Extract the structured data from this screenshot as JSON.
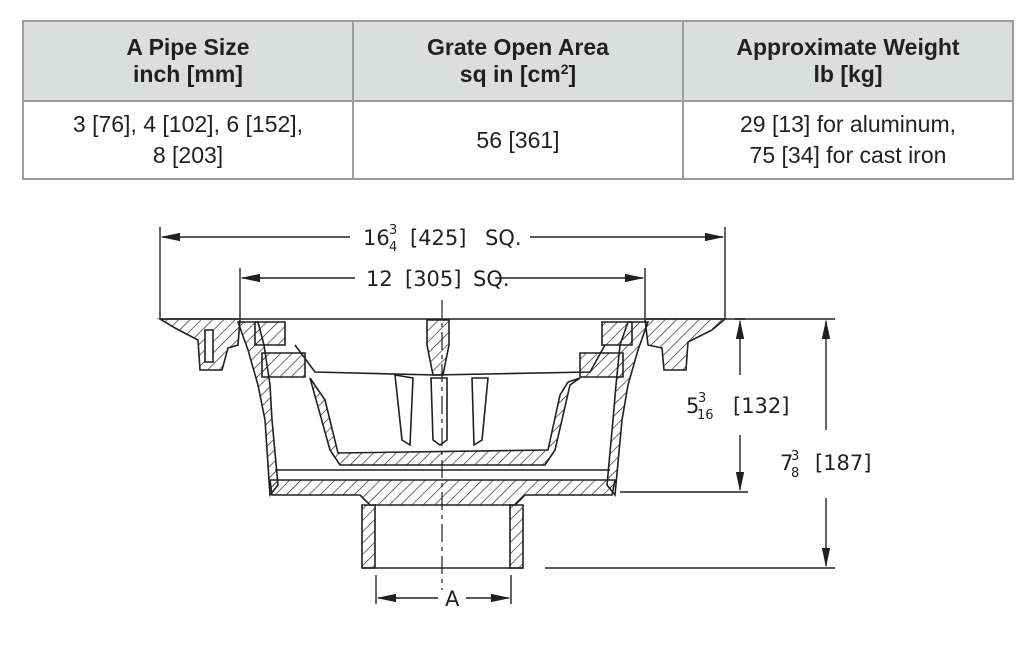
{
  "table": {
    "headers": [
      {
        "line1": "A Pipe Size",
        "line2": "inch [mm]"
      },
      {
        "line1": "Grate Open Area",
        "line2": "sq in [cm",
        "line2_sup": "2",
        "line2_end": "]"
      },
      {
        "line1": "Approximate Weight",
        "line2": "lb [kg]"
      }
    ],
    "rows": [
      {
        "pipe_size": {
          "line1": "3 [76], 4 [102], 6 [152],",
          "line2": "8 [203]"
        },
        "open_area": "56 [361]",
        "weight": {
          "line1": "29 [13] for aluminum,",
          "line2": "75 [34] for cast iron"
        }
      }
    ]
  },
  "drawing": {
    "overall_width": {
      "whole": "16",
      "num": "3",
      "den": "4",
      "metric": "[425]",
      "suffix": "SQ."
    },
    "grate_width": {
      "whole": "12",
      "metric": "[305]",
      "suffix": "SQ."
    },
    "body_height": {
      "whole": "5",
      "num": "3",
      "den": "16",
      "metric": "[132]"
    },
    "overall_height": {
      "whole": "7",
      "num": "3",
      "den": "8",
      "metric": "[187]"
    },
    "pipe_label": "A"
  }
}
